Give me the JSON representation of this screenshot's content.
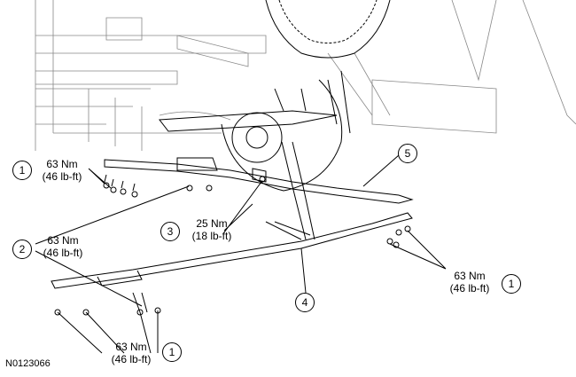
{
  "figure_id": "N0123066",
  "callouts": [
    {
      "number": "1",
      "torque_nm": "63 Nm",
      "torque_lbft": "(46 lb-ft)"
    },
    {
      "number": "2",
      "torque_nm": "63 Nm",
      "torque_lbft": "(46 lb-ft)"
    },
    {
      "number": "3",
      "torque_nm": "25 Nm",
      "torque_lbft": "(18 lb-ft)"
    },
    {
      "number": "1",
      "torque_nm": "63 Nm",
      "torque_lbft": "(46 lb-ft)"
    },
    {
      "number": "1",
      "torque_nm": "63 Nm",
      "torque_lbft": "(46 lb-ft)"
    },
    {
      "number": "4"
    },
    {
      "number": "5"
    }
  ],
  "colors": {
    "line": "#000000",
    "background": "#ffffff"
  }
}
